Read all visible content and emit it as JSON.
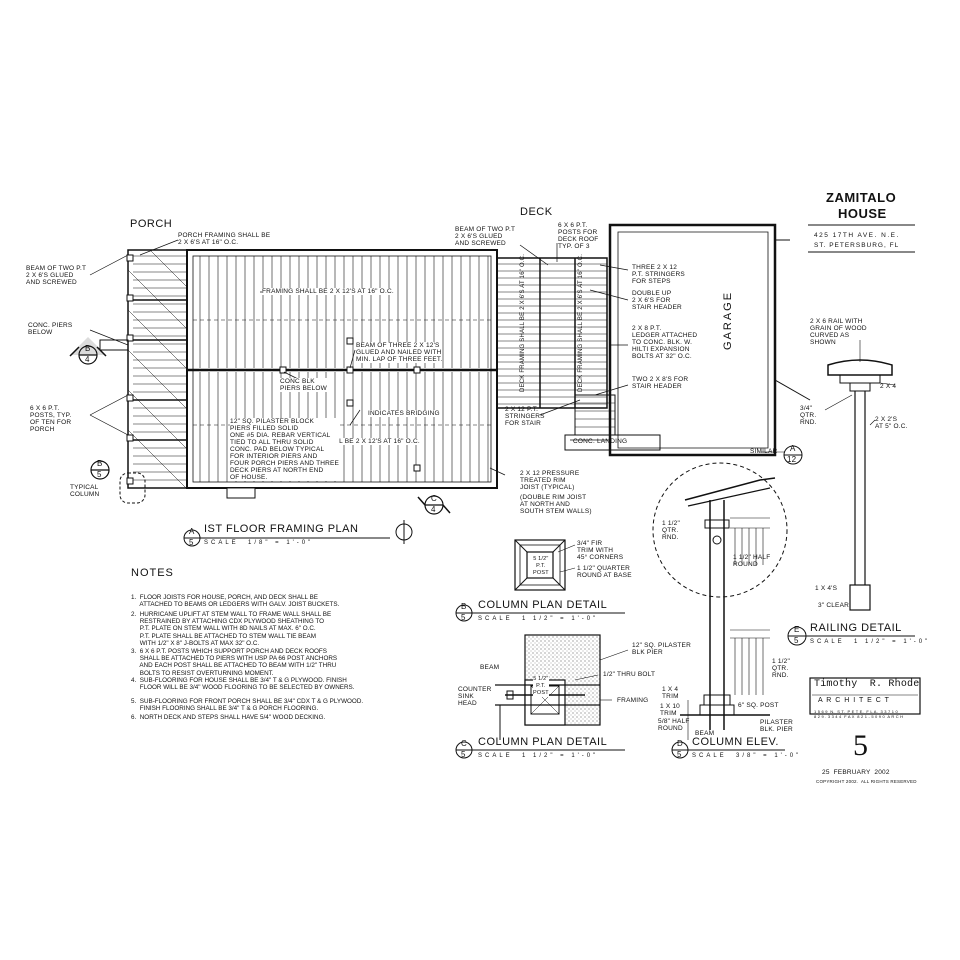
{
  "project": {
    "name_line1": "ZAMITALO",
    "name_line2": "HOUSE",
    "address_line1": "425 17th AVE. N.E.",
    "address_line2": "ST. PETERSBURG, FL"
  },
  "architect": {
    "name": "Timothy  R. Rhode",
    "title": "A R C H I T E C T",
    "address_line1": "1 5 6 9  N.  S T.  P E T E.  F L A.  3 3 7 1 0",
    "address_line2": "8 2 9 . 3 3 4 4  F A X  8 2 1 - 5 0 9 0  A R C H"
  },
  "sheet": {
    "number": "5",
    "date": "25  FEBRUARY  2002",
    "copyright": "COPYRIGHT 2002.  ALL RIGHTS RESERVED"
  },
  "headers": {
    "porch": "PORCH",
    "deck": "DECK",
    "garage": "GARAGE"
  },
  "framing_plan": {
    "title": "IST FLOOR FRAMING PLAN",
    "scale": "SCALE  1/8\" = 1'-0\"",
    "marker_letter": "A",
    "marker_sheet": "5",
    "labels": {
      "porch_framing": "PORCH FRAMING SHALL BE\n2 X 6'S AT 16\" O.C.",
      "beam_two_pt": "BEAM OF TWO P.T\n2 X 6'S GLUED\nAND SCREWED",
      "conc_piers": "CONC. PIERS\nBELOW",
      "posts_typ": "6 X 6 P.T.\nPOSTS, TYP.\nOF TEN FOR\nPORCH",
      "typical_column": "TYPICAL\nCOLUMN",
      "framing_2x12": "FRAMING SHALL BE 2 X 12'S AT 16\" O.C.",
      "beam_three": "BEAM OF THREE 2 X 12'S\nGLUED AND NAILED WITH\nMIN. LAP OF THREE FEET.",
      "conc_blk": "CONC BLK\nPIERS BELOW",
      "indicates_bridging": "INDICATES BRIDGING",
      "framing_2x12_b": "FRAMING SHALL BE 2 X 12'S AT 16\" O.C.",
      "pilaster_block": "12\" SQ. PILASTER BLOCK\nPIERS FILLED SOLID\nONE #5 DIA. REBAR VERTICAL\nTIED TO ALL THRU SOLID\nCONC. PAD BELOW TYPICAL\nFOR INTERIOR PIERS AND\nFOUR PORCH PIERS AND THREE\nDECK PIERS AT NORTH END\nOF HOUSE.",
      "rim_joist": "2 X 12 PRESSURE\nTREATED RIM\nJOIST (TYPICAL)",
      "double_rim": "(DOUBLE RIM JOIST\nAT NORTH AND\nSOUTH STEM WALLS)",
      "beam_two_deck": "BEAM OF TWO P.T\n2 X 6'S GLUED\nAND SCREWED",
      "deck_posts": "6 X 6 P.T.\nPOSTS FOR\nDECK ROOF\nTYP. OF 3",
      "three_stringers": "THREE 2 X 12\nP.T. STRINGERS\nFOR STEPS",
      "double_up": "DOUBLE UP\n2 X 6'S FOR\nSTAIR HEADER",
      "ledger": "2 X 8 P.T.\nLEDGER ATTACHED\nTO CONC. BLK. W.\nHILTI EXPANSION\nBOLTS AT 32\" O.C.",
      "two_2x8": "TWO 2 X 8'S FOR\nSTAIR HEADER",
      "stringers_stair": "2 X 12 P.T.\nSTRINGERS\nFOR STAIR",
      "conc_landing": "CONC. LANDING",
      "deck_framing_1": "DECK FRAMING SHALL BE 2 X 6'S AT 16\" O.C.",
      "deck_framing_2": "DECK FRAMING SHALL BE 2 X 6'S AT 16\" O.C."
    },
    "markers": [
      {
        "letter": "B",
        "sheet": "4"
      },
      {
        "letter": "B",
        "sheet": "5"
      },
      {
        "letter": "C",
        "sheet": "4"
      },
      {
        "letter": "A",
        "sheet": "12"
      }
    ],
    "similar": "SIMILAR"
  },
  "column_plan_b": {
    "title": "COLUMN PLAN DETAIL",
    "scale": "SCALE  1 1/2\" = 1'-0\"",
    "marker_letter": "B",
    "marker_sheet": "5",
    "post": "5 1/2\"\nP.T.\nPOST",
    "trim": "3/4\" FIR\nTRIM WITH\n45° CORNERS",
    "quarter_round": "1 1/2\" QUARTER\nROUND AT BASE"
  },
  "column_plan_c": {
    "title": "COLUMN PLAN DETAIL",
    "scale": "SCALE  1 1/2\" = 1'-0\"",
    "marker_letter": "C",
    "marker_sheet": "5",
    "pilaster": "12\" SQ. PILASTER\nBLK PIER",
    "thru_bolt": "1/2\" THRU BOLT",
    "beam": "BEAM",
    "counter_sink": "COUNTER\nSINK\nHEAD",
    "framing": "FRAMING",
    "post": "5 1/2\"\nP.T.\nPOST"
  },
  "column_elev": {
    "title": "COLUMN ELEV.",
    "scale": "SCALE  3/8\" = 1'-0\"",
    "marker_letter": "D",
    "marker_sheet": "5",
    "qtr_rnd": "1 1/2\"\nQTR.\nRND.",
    "half_round": "1 1/2\" HALF\nROUND",
    "qtr_rnd_2": "1 1/2\"\nQTR.\nRND.",
    "trim_1x4": "1 X 4\nTRIM",
    "trim_1x10": "1 X 10\nTRIM",
    "half_round_58": "5/8\" HALF\nROUND",
    "sq_post": "6\" SQ. POST",
    "pilaster_pier": "PILASTER\nBLK. PIER",
    "beam": "BEAM"
  },
  "railing": {
    "title": "RAILING DETAIL",
    "scale": "SCALE  1 1/2\" = 1'-0\"",
    "marker_letter": "E",
    "marker_sheet": "5",
    "rail": "2 X 6 RAIL WITH\nGRAIN OF WOOD\nCURVED AS\nSHOWN",
    "two_by_four": "2 X 4",
    "qtr_rnd": "3/4\"\nQTR.\nRND.",
    "two_by_twos": "2 X 2'S\nAT 5\" O.C.",
    "one_by_four": "1 X 4'S",
    "clear": "3\" CLEAR"
  },
  "notes": {
    "heading": "NOTES",
    "items": [
      "1.  FLOOR JOISTS FOR HOUSE, PORCH, AND DECK SHALL BE\n     ATTACHED TO BEAMS OR LEDGERS WITH GALV. JOIST BUCKETS.",
      "2.  HURRICANE UPLIFT AT STEM WALL TO FRAME WALL SHALL BE\n     RESTRAINED BY ATTACHING CDX PLYWOOD SHEATHING TO\n     P.T. PLATE ON STEM WALL WITH 8d NAILS AT MAX. 6\" O.C.\n     P.T. PLATE SHALL BE ATTACHED TO STEM WALL TIE BEAM\n     WITH 1/2\" X 8\" J-BOLTS AT MAX 32\" O.C.",
      "3.  6 X 6 P.T. POSTS WHICH SUPPORT PORCH AND DECK ROOFS\n     SHALL BE ATTACHED TO PIERS WITH USP PA 66 POST ANCHORS\n     AND EACH POST SHALL BE ATTACHED TO BEAM WITH 1/2\" THRU\n     BOLTS TO RESIST OVERTURNING MOMENT.",
      "4.  SUB-FLOORING FOR HOUSE SHALL BE 3/4\" T & G PLYWOOD. FINISH\n     FLOOR WILL BE 3/4\" WOOD FLOORING TO BE SELECTED BY OWNERS.",
      "5.  SUB-FLOORING FOR FRONT PORCH SHALL BE 3/4\" CDX T & G PLYWOOD.\n     FINISH FLOORING SHALL BE 3/4\" T & G PORCH FLOORING.",
      "6.  NORTH DECK AND STEPS SHALL HAVE 5/4\" WOOD DECKING."
    ]
  }
}
